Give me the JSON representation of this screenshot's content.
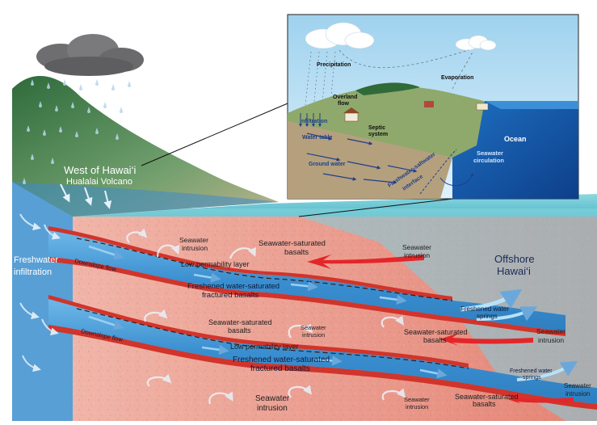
{
  "main": {
    "west_title": "West of Hawai‘i",
    "west_subtitle": "Hualalai Volcano",
    "freshwater_line1": "Freshwater",
    "freshwater_line2": "infiltration",
    "offshore_line1": "Offshore",
    "offshore_line2": "Hawai‘i",
    "seawater_intrusion": "Seawater",
    "intrusion_word": "intrusion",
    "seawater_saturated": "Seawater-saturated",
    "basalts": "basalts",
    "low_perm_1": "Low permability layer",
    "low_perm_2": "Low permability layer",
    "downslope_flow": "Downslope flow",
    "freshened_1": "Freshened water-saturated",
    "fractured_basalts": "fractured basalts",
    "freshened_springs_1": "Freshened water",
    "springs": "springs"
  },
  "inset": {
    "precipitation": "Precipitation",
    "evaporation": "Evaporation",
    "overland_flow_1": "Overland",
    "overland_flow_2": "flow",
    "infiltration": "Infiltration",
    "water_table": "Water table",
    "septic_1": "Septic",
    "septic_2": "system",
    "ground_water": "Ground water",
    "interface_1": "Freshwater-saltwater",
    "interface_2": "interface",
    "ocean": "Ocean",
    "seawater_circ_1": "Seawater",
    "seawater_circ_2": "circulation"
  },
  "colors": {
    "ocean": "#5cc4d4",
    "basalt": "#e99a90",
    "aquifer": "#3a8fd0",
    "low_perm": "#c8302a",
    "hill": "#4f8f5a",
    "sky": "#b7dcef"
  }
}
